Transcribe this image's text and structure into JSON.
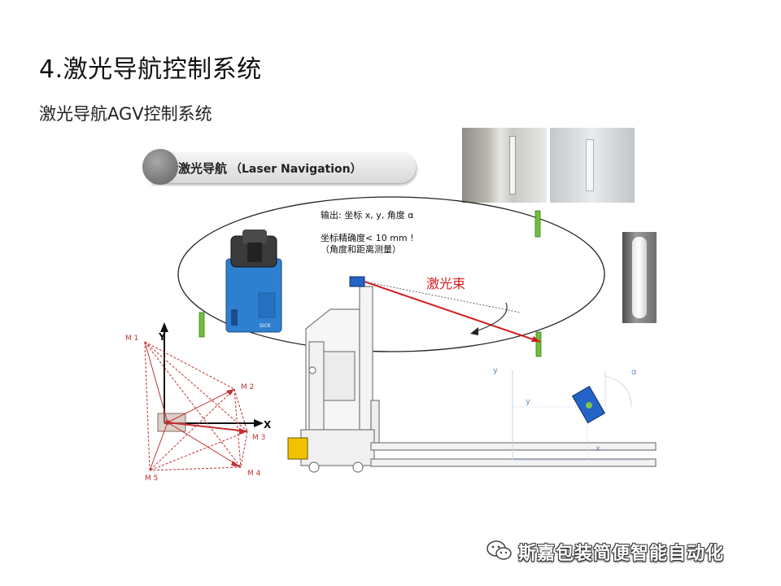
{
  "slide": {
    "title": "4.激光导航控制系统",
    "subtitle": "激光导航AGV控制系统"
  },
  "banner": {
    "label_cn": "激光导航",
    "label_en": "（Laser Navigation）"
  },
  "info_box": {
    "line1": "输出: 坐标 x, y, 角度 α",
    "line2": "",
    "line3": "坐标精确度< 10 mm !",
    "line4": "（角度和距离测量）"
  },
  "beam_label": "激光束",
  "scanner_brand": "SICK",
  "diagram": {
    "x_axis": "X",
    "y_axis": "Y",
    "markers": [
      "M 1",
      "M 2",
      "M 3",
      "M 4",
      "M 5"
    ],
    "coord_y": "y",
    "coord_y2": "y",
    "coord_x": "x",
    "coord_alpha": "α"
  },
  "watermark": {
    "text": "斯嘉包装简便智能自动化",
    "icon": "wechat-icon"
  },
  "colors": {
    "laser_red": "#d31d1d",
    "reflector_green": "#6fbf3a",
    "scanner_blue": "#2f7fd1",
    "vehicle_blue": "#2463c7"
  }
}
